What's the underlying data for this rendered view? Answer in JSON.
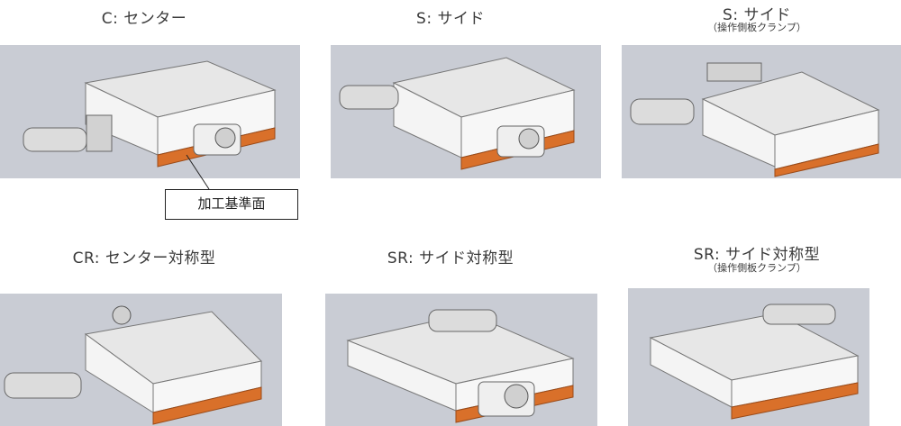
{
  "cells": [
    {
      "title": "C: センター",
      "subtitle": ""
    },
    {
      "title": "S: サイド",
      "subtitle": ""
    },
    {
      "title": "S: サイド",
      "subtitle": "（操作側板クランプ）"
    },
    {
      "title": "CR: センター対称型",
      "subtitle": ""
    },
    {
      "title": "SR: サイド対称型",
      "subtitle": ""
    },
    {
      "title": "SR: サイド対称型",
      "subtitle": "（操作側板クランプ）"
    }
  ],
  "callout": {
    "label": "加工基準面"
  },
  "colors": {
    "panel_bg": "#c9ccd4",
    "reference_surface": "#d9702a",
    "stage_top": "#e6e6e6",
    "stage_side": "#f3f3f3"
  },
  "icons": [
    "xy-stage-illustration"
  ]
}
